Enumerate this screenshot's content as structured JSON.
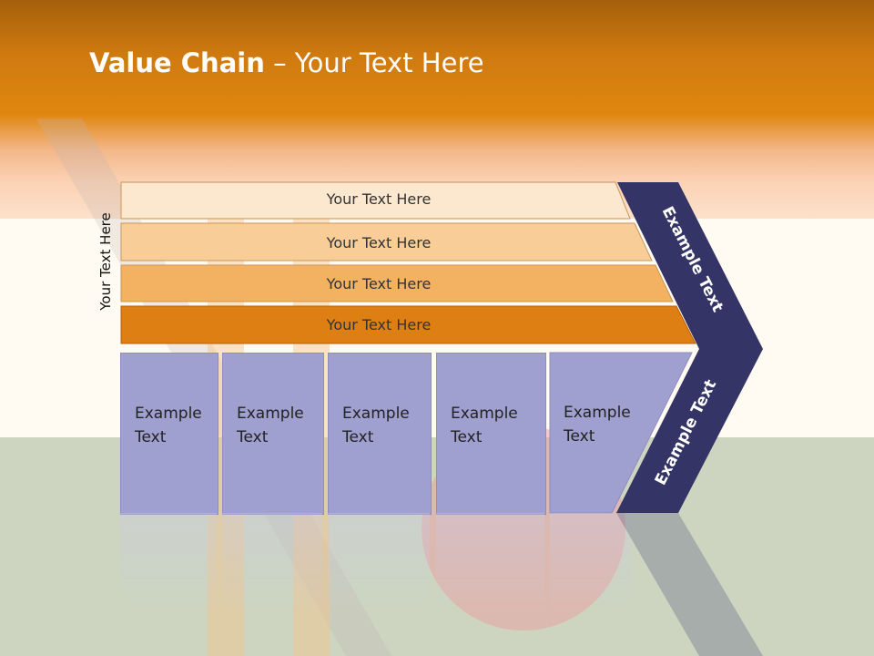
{
  "title": {
    "bold": "Value Chain",
    "rest": " – Your Text Here"
  },
  "side_label": "Your Text Here",
  "rows": [
    "Your Text Here",
    "Your Text Here",
    "Your Text Here",
    "Your Text Here"
  ],
  "boxes": [
    "Example\nText",
    "Example\nText",
    "Example\nText",
    "Example\nText",
    "Example\nText"
  ],
  "chevron_upper": "Example Text",
  "chevron_lower": "Example Text",
  "colors": {
    "row1": "#fbe8cf",
    "row2": "#f8cd97",
    "row3": "#f2b262",
    "row4": "#dd7f12",
    "boxes": "#9f9fd0",
    "chevron": "#343466",
    "header": "#e0860f"
  }
}
